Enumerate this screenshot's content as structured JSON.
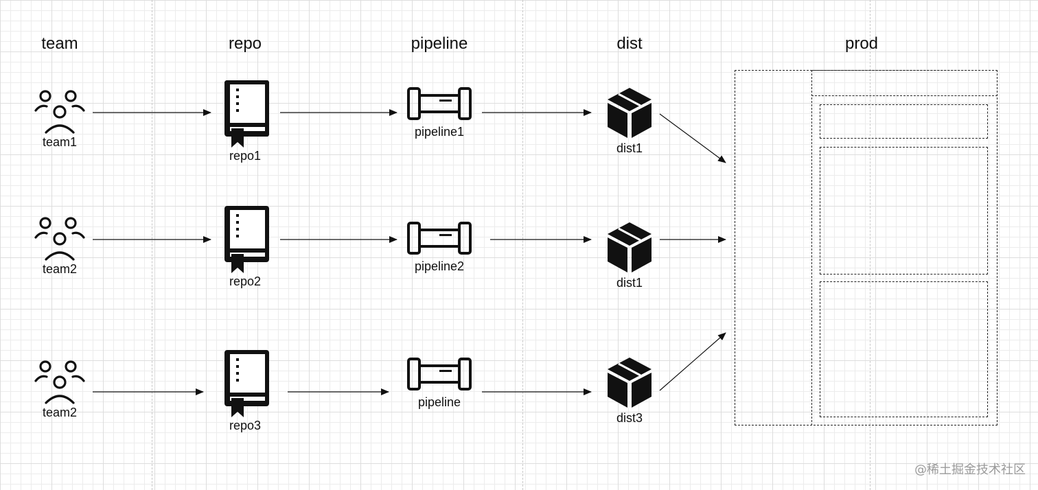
{
  "headers": {
    "team": "team",
    "repo": "repo",
    "pipeline": "pipeline",
    "dist": "dist",
    "prod": "prod"
  },
  "rows": [
    {
      "team": "team1",
      "repo": "repo1",
      "pipeline": "pipeline1",
      "dist": "dist1"
    },
    {
      "team": "team2",
      "repo": "repo2",
      "pipeline": "pipeline2",
      "dist": "dist1"
    },
    {
      "team": "team2",
      "repo": "repo3",
      "pipeline": "pipeline",
      "dist": "dist3"
    }
  ],
  "icons": {
    "team": "team-icon",
    "repo": "book-icon",
    "pipeline": "pipeline-icon",
    "dist": "package-icon"
  },
  "watermark": "@稀土掘金技术社区"
}
